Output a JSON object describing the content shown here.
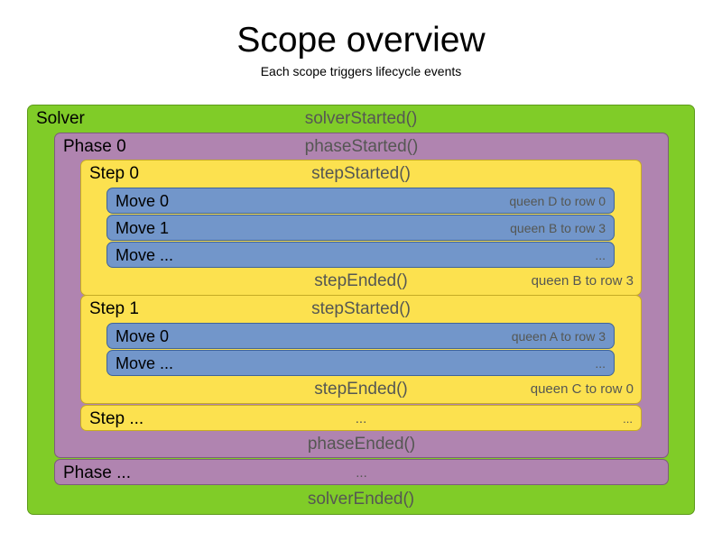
{
  "header": {
    "title": "Scope overview",
    "subtitle": "Each scope triggers lifecycle events"
  },
  "colors": {
    "solver": "#80cc28",
    "phase": "#b084b0",
    "step": "#fce14f",
    "move": "#7296ca",
    "event_text": "#555753",
    "label_text": "#000000",
    "background": "#ffffff"
  },
  "diagram": {
    "solver": {
      "label": "Solver",
      "started_event": "solverStarted()",
      "ended_event": "solverEnded()",
      "phases": [
        {
          "label": "Phase 0",
          "started_event": "phaseStarted()",
          "ended_event": "phaseEnded()",
          "steps": [
            {
              "label": "Step 0",
              "started_event": "stepStarted()",
              "ended_event": "stepEnded()",
              "ended_detail": "queen B to row 3",
              "moves": [
                {
                  "label": "Move 0",
                  "detail": "queen D to row 0"
                },
                {
                  "label": "Move 1",
                  "detail": "queen B to row 3"
                },
                {
                  "label": "Move ...",
                  "detail": "..."
                }
              ]
            },
            {
              "label": "Step 1",
              "started_event": "stepStarted()",
              "ended_event": "stepEnded()",
              "ended_detail": "queen C to row 0",
              "moves": [
                {
                  "label": "Move 0",
                  "detail": "queen A to row 3"
                },
                {
                  "label": "Move ...",
                  "detail": "..."
                }
              ]
            },
            {
              "label": "Step ...",
              "started_event": "...",
              "ended_detail": "...",
              "moves": []
            }
          ]
        },
        {
          "label": "Phase ...",
          "started_event": "...",
          "steps": []
        }
      ]
    }
  }
}
